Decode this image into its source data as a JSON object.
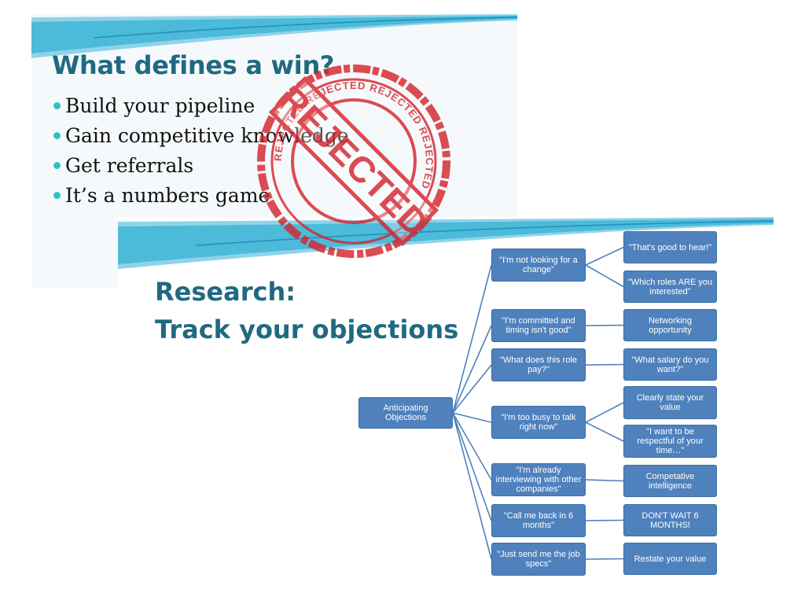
{
  "slide1": {
    "title": "What defines a win?",
    "bullets": [
      "Build your pipeline",
      "Gain competitive knowledge",
      "Get referrals",
      "It’s a numbers game"
    ]
  },
  "stamp": {
    "main_text": "REJECTED",
    "ring_text": "REJECTED REJECTED REJECTED REJECTED",
    "color": "#d6252d"
  },
  "slide2": {
    "title_line1": "Research:",
    "title_line2": "Track your objections"
  },
  "diagram": {
    "root": "Anticipating Objections",
    "objections": [
      {
        "label": "\"I'm not looking for a change\"",
        "responses": [
          "\"That's good to hear!\"",
          "\"Which roles ARE you interested\""
        ]
      },
      {
        "label": "\"I'm committed and timing isn't good\"",
        "responses": [
          "Networking opportunity"
        ]
      },
      {
        "label": "\"What does this role pay?\"",
        "responses": [
          "\"What salary do you want?\""
        ]
      },
      {
        "label": "\"I'm too busy to talk right now\"",
        "responses": [
          "Clearly state your value",
          "\"I want to be respectful of your time…\""
        ]
      },
      {
        "label": "\"I'm already interviewing with other companies\"",
        "responses": [
          "Competative intelligence"
        ]
      },
      {
        "label": "\"Call me back in 6 months\"",
        "responses": [
          "DON'T WAIT 6 MONTHS!"
        ]
      },
      {
        "label": "\"Just send me the job specs\"",
        "responses": [
          "Restate your value"
        ]
      }
    ]
  },
  "colors": {
    "title": "#1f6a80",
    "box": "#4f81bd",
    "line": "#4f81bd",
    "bullet": "#2cc3c8",
    "swoosh": "#3bb4d4"
  }
}
